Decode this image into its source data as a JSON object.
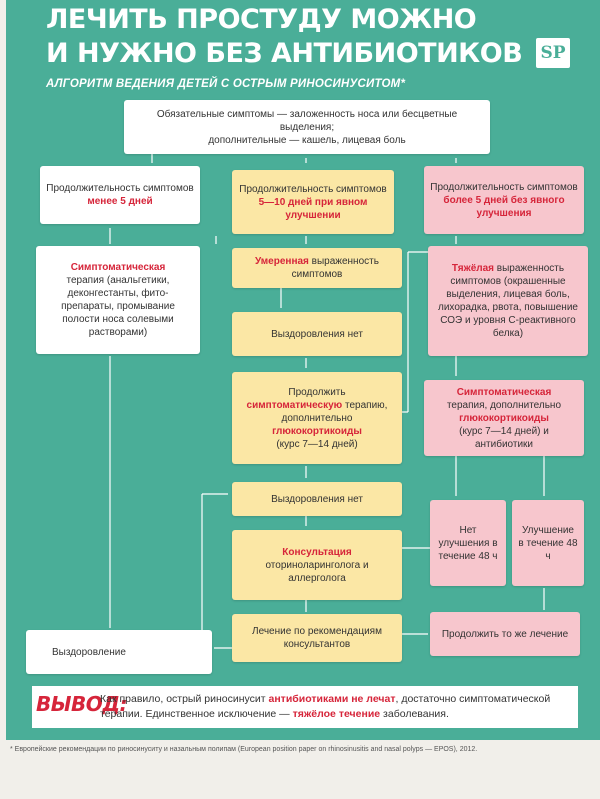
{
  "title_line1": "ЛЕЧИТЬ ПРОСТУДУ МОЖНО",
  "title_line2": "И НУЖНО БЕЗ АНТИБИОТИКОВ",
  "subtitle": "АЛГОРИТМ ВЕДЕНИЯ ДЕТЕЙ С ОСТРЫМ РИНОСИНУСИТОМ*",
  "logo": "SP",
  "top_box": {
    "line1": "Обязательные симптомы — заложенность носа или бесцветные выделения;",
    "line2": "дополнительные — кашель, лицевая боль"
  },
  "duration_left": {
    "text": "Продолжительность симптомов",
    "hl": "менее 5 дней"
  },
  "duration_mid": {
    "text": "Продолжительность симптомов",
    "hl": "5—10 дней при явном улучшении"
  },
  "duration_right": {
    "text": "Продолжительность симптомов",
    "hl": "более 5 дней без явного улучшения"
  },
  "symptomatic_left": {
    "hl": "Симптоматическая",
    "text": "терапия (анальгетики, деконгестанты, фито-препараты, промывание полости носа солевыми растворами)"
  },
  "moderate": {
    "hl": "Умеренная",
    "text": "выраженность симптомов"
  },
  "severe": {
    "hl": "Тяжёлая",
    "text": "выраженность симптомов (окрашенные выделения, лицевая боль, лихорадка, рвота, повышение СОЭ и уровня С-реактивного белка)"
  },
  "no_recovery_1": "Выздоровления нет",
  "continue_box": {
    "pre": "Продолжить",
    "hl1": "симптоматическую",
    "mid": "терапию, дополнительно",
    "hl2": "глюкокортикоиды",
    "post": "(курс 7—14 дней)"
  },
  "symptomatic_right": {
    "hl1": "Симптоматическая",
    "text1": "терапия, дополнительно",
    "hl2": "глюкокортикоиды",
    "text2": "(курс 7—14 дней) и антибиотики"
  },
  "no_recovery_2": "Выздоровления нет",
  "no_improve": "Нет улучшения в течение 48 ч",
  "improve": "Улучшение в течение 48 ч",
  "consult": {
    "hl": "Консультация",
    "text": "оториноларинголога и аллерголога"
  },
  "recovery": "Выздоровление",
  "treatment": "Лечение по рекомендациям консультантов",
  "continue_same": "Продолжить то же лечение",
  "vyvod_label": "ВЫВОД:",
  "vyvod": {
    "t1": "Как правило, острый риносинусит",
    "hl1": "антибиотиками не лечат",
    "t2": ", достаточно симптоматической терапии. Единственное исключение —",
    "hl2": "тяжёлое течение",
    "t3": "заболевания."
  },
  "footnote": "* Европейские рекомендации по риносинуситу и назальным полипам (European position paper on rhinosinusitis and nasal polyps — EPOS), 2012.",
  "colors": {
    "panel": "#4aae98",
    "accent": "#d6253a",
    "yellow": "#fbe7a5",
    "pink": "#f7c6cd"
  }
}
